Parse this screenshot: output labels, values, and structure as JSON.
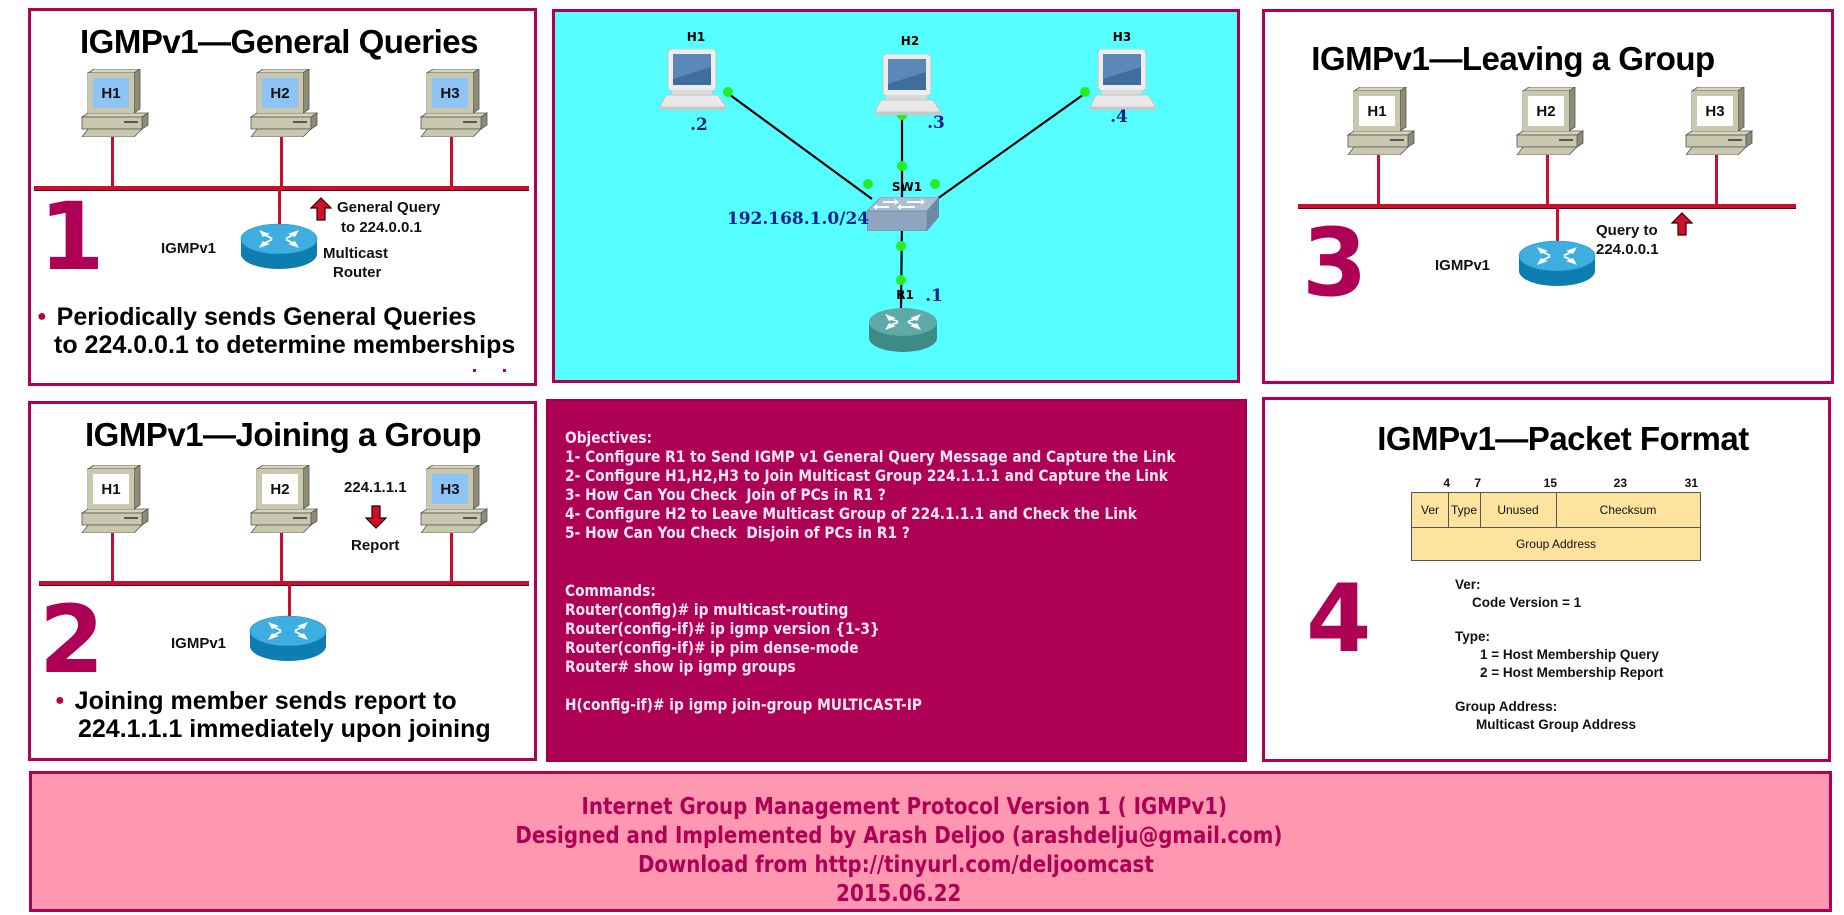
{
  "colors": {
    "accent": "#AE0055",
    "topology_bg": "#55FFFF",
    "footer_bg": "#FF97B0",
    "packet_bg": "#FDE39E",
    "bus": "#C8102E",
    "link_dot": "#22EE22"
  },
  "panel_general_queries": {
    "title": "IGMPv1—General Queries",
    "step_number": "1",
    "hosts": [
      "H1",
      "H2",
      "H3"
    ],
    "router_label": "IGMPv1",
    "arrow_label_line1": "General Query",
    "arrow_label_line2": "to 224.0.0.1",
    "router_caption_line1": "Multicast",
    "router_caption_line2": "Router",
    "bullet_line1": "Periodically sends General Queries",
    "bullet_line2": "to 224.0.0.1 to determine memberships"
  },
  "panel_topology": {
    "hosts": [
      {
        "name": "H1",
        "ip": ".2"
      },
      {
        "name": "H2",
        "ip": ".3"
      },
      {
        "name": "H3",
        "ip": ".4"
      }
    ],
    "switch_name": "SW1",
    "router_name": "R1",
    "router_ip": ".1",
    "subnet": "192.168.1.0/24"
  },
  "panel_leaving_group": {
    "title": "IGMPv1—Leaving a Group",
    "step_number": "3",
    "hosts": [
      "H1",
      "H2",
      "H3"
    ],
    "router_label": "IGMPv1",
    "arrow_label_line1": "Query to",
    "arrow_label_line2": "224.0.0.1"
  },
  "panel_joining_group": {
    "title": "IGMPv1—Joining a Group",
    "step_number": "2",
    "hosts": [
      "H1",
      "H2",
      "H3"
    ],
    "group_label": "224.1.1.1",
    "report_label": "Report",
    "router_label": "IGMPv1",
    "bullet_line1": "Joining member sends report to",
    "bullet_line2": "224.1.1.1 immediately upon joining"
  },
  "panel_objectives": {
    "objectives_heading": "Objectives:",
    "objectives": [
      "1- Configure R1 to Send IGMP v1 General Query Message and Capture the Link",
      "2- Configure H1,H2,H3 to Join Multicast Group 224.1.1.1 and Capture the Link",
      "3- How Can You Check  Join of PCs in R1 ?",
      "4- Configure H2 to Leave Multicast Group of 224.1.1.1 and Check the Link",
      "5- How Can You Check  Disjoin of PCs in R1 ?"
    ],
    "commands_heading": "Commands:",
    "commands": [
      "Router(config)# ip multicast-routing",
      "Router(config-if)# ip igmp version {1-3}",
      "Router(config-if)# ip pim dense-mode",
      "Router# show ip igmp groups",
      "",
      "H(config-if)# ip igmp join-group MULTICAST-IP"
    ]
  },
  "panel_packet_format": {
    "title": "IGMPv1—Packet Format",
    "step_number": "4",
    "bit_numbers": [
      "4",
      "7",
      "15",
      "23",
      "31"
    ],
    "fields_row1": [
      "Ver",
      "Type",
      "Unused",
      "Checksum"
    ],
    "fields_row2": [
      "Group Address"
    ],
    "ver_heading": "Ver:",
    "ver_desc": "Code Version = 1",
    "type_heading": "Type:",
    "type_desc": [
      "1 = Host Membership Query",
      "2 = Host Membership Report"
    ],
    "group_heading": "Group Address:",
    "group_desc": "Multicast Group Address"
  },
  "footer": {
    "line1": "Internet Group Management Protocol Version 1 ( IGMPv1)",
    "line2": "Designed and Implemented by Arash Deljoo (arashdelju@gmail.com)",
    "line3": "Download from http://tinyurl.com/deljoomcast",
    "line4": "2015.06.22"
  }
}
